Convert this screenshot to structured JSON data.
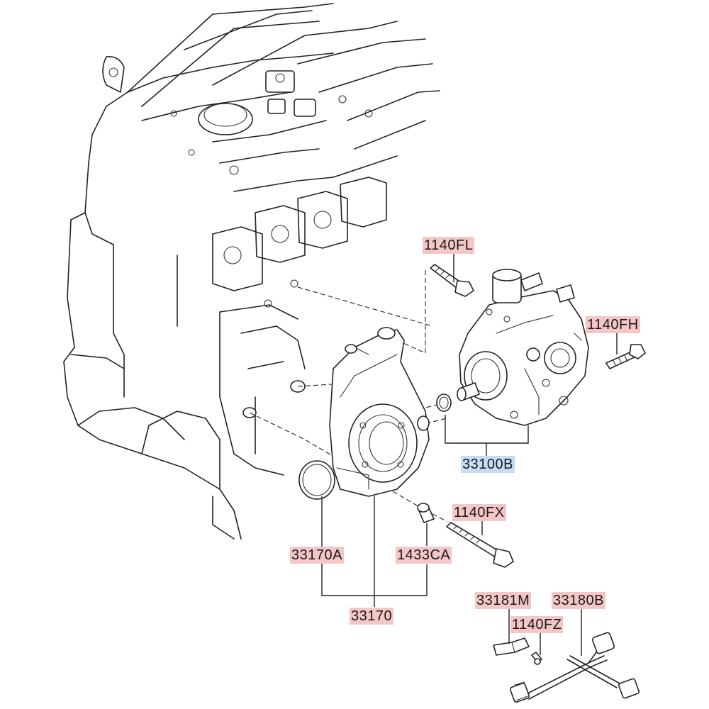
{
  "labels": {
    "bolt_top": "1140FL",
    "bolt_right": "1140FH",
    "pump_assembly": "33100B",
    "bolt_lower": "1140FX",
    "oring": "33170A",
    "bushing": "1433CA",
    "bracket": "33170",
    "clip": "33181M",
    "harness": "33180B",
    "screw_small": "1140FZ"
  },
  "colors": {
    "highlight_part": "#f4c6c6",
    "highlight_selected": "#c6dcf2",
    "line": "#222222"
  }
}
